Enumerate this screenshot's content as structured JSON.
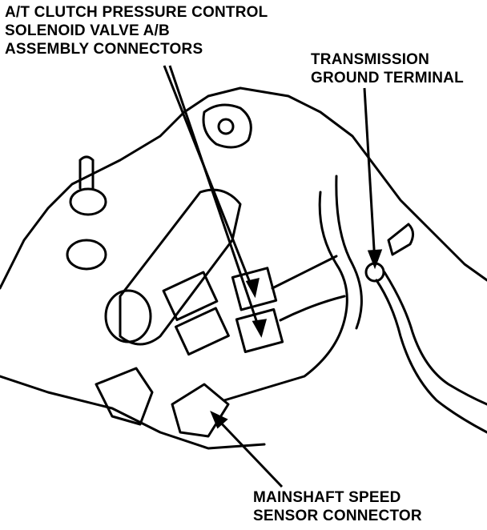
{
  "labels": {
    "solenoid": [
      "A/T CLUTCH PRESSURE CONTROL",
      "SOLENOID VALVE A/B",
      "ASSEMBLY CONNECTORS"
    ],
    "ground": [
      "TRANSMISSION",
      "GROUND TERMINAL"
    ],
    "speed_sensor": [
      "MAINSHAFT SPEED",
      "SENSOR CONNECTOR"
    ]
  },
  "colors": {
    "ink": "#000000",
    "paper": "#ffffff"
  }
}
